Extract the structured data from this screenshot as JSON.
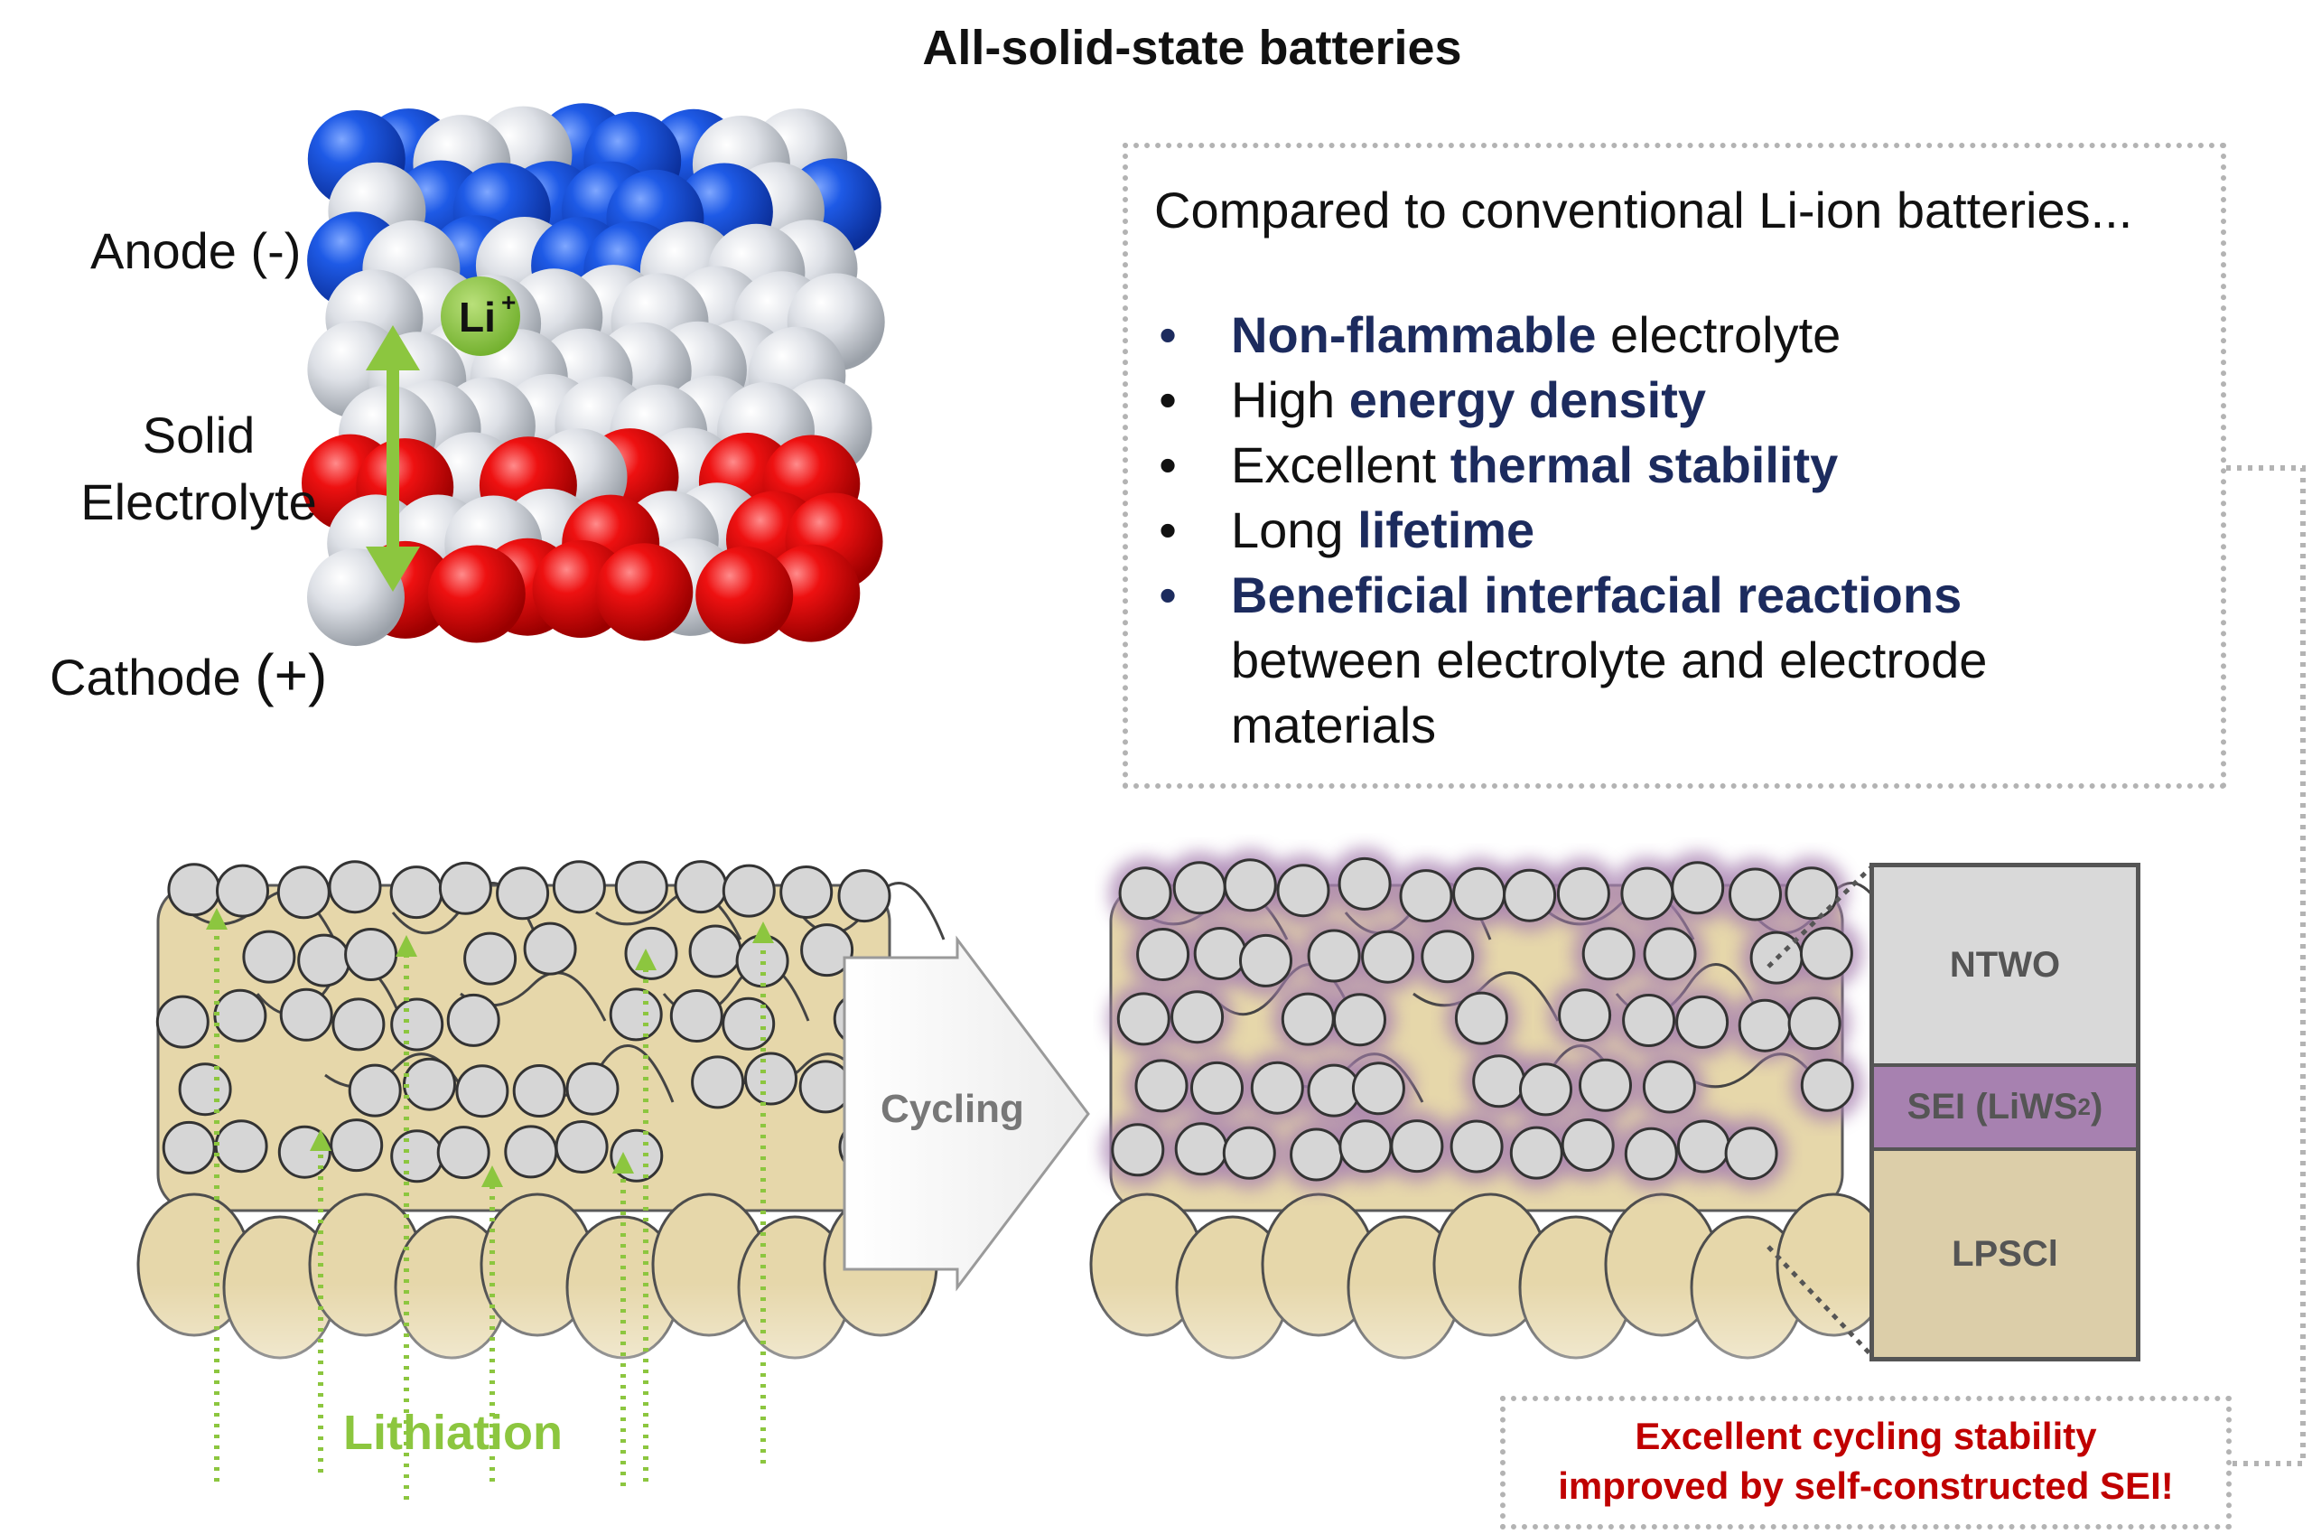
{
  "title": "All-solid-state batteries",
  "cell_labels": {
    "anode": "Anode (-)",
    "solid_line1": "Solid",
    "solid_line2": "Electrolyte",
    "cathode": "Cathode",
    "cathode_sign": "(+)",
    "li_ion": "Li",
    "li_ion_sup": "+"
  },
  "advantages": {
    "intro": "Compared to conventional Li-ion batteries...",
    "items": [
      {
        "bold_first": "Non-flammable",
        "rest": " electrolyte"
      },
      {
        "prefix": "High ",
        "bold": "energy density"
      },
      {
        "prefix": "Excellent ",
        "bold": "thermal stability"
      },
      {
        "prefix": "Long ",
        "bold": "lifetime"
      },
      {
        "bold_first": "Beneficial interfacial reactions",
        "line2": "between electrolyte and electrode",
        "line3": "materials"
      }
    ]
  },
  "process": {
    "cycling": "Cycling",
    "lithiation": "Lithiation"
  },
  "layers": {
    "top": "NTWO",
    "middle": "SEI (LiWS",
    "middle_sub": "2",
    "middle_close": ")",
    "bottom": "LPSCl"
  },
  "callout": {
    "line1": "Excellent cycling stability",
    "line2": "improved by self-constructed SEI!"
  },
  "colors": {
    "anode_sphere": "#1a55d6",
    "cathode_sphere": "#e01010",
    "electrolyte_sphere": "#d8dbe0",
    "li_ion": "#8cc63f",
    "arrow_green": "#8cc63f",
    "lpscl": "#e6d7aa",
    "sei": "#a781b0",
    "callout_red": "#c00000",
    "bold_blue": "#1c2b5e"
  }
}
